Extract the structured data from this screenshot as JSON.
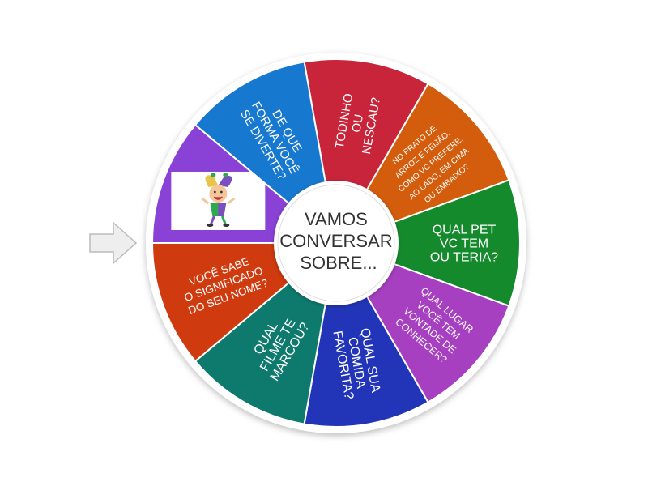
{
  "center_label": [
    "VAMOS",
    "CONVERSAR",
    "SOBRE..."
  ],
  "segments": [
    {
      "lines": [
        "TODINHO",
        "OU",
        "NESCAU?"
      ],
      "color": "#c8243a"
    },
    {
      "lines": [
        "NO PRATO DE",
        "ARROZ E FEIJÃO,",
        "COMO VC PREFERE,",
        "AO LADO, EM CIMA",
        "OU EMBAIXO?"
      ],
      "color": "#d35d0c"
    },
    {
      "lines": [
        "QUAL PET",
        "VC TEM",
        "OU TERIA?"
      ],
      "color": "#148a2c"
    },
    {
      "lines": [
        "QUAL LUGAR",
        "VOCÊ TEM",
        "VONTADE DE",
        "CONHECER?"
      ],
      "color": "#a63fc0"
    },
    {
      "lines": [
        "QUAL SUA",
        "COMIDA",
        "FAVORITA?"
      ],
      "color": "#2235b8"
    },
    {
      "lines": [
        "QUAL",
        "FILME TE",
        "MARCOU?"
      ],
      "color": "#0e7a6e"
    },
    {
      "lines": [
        "VOCÊ SABE",
        "O SIGNIFICADO",
        "DO SEU NOME?"
      ],
      "color": "#cf3a0f"
    },
    {
      "lines": [],
      "image": "jester-image",
      "color": "#8a41d6"
    },
    {
      "lines": [
        "DE QUE",
        "FORMA VOCÊ",
        "SE DIVERTE?"
      ],
      "color": "#1679cf"
    }
  ],
  "colors": {
    "rim": "#ffffff",
    "pointer_fill": "#eeeeee",
    "pointer_stroke": "#bbbbbb",
    "hub_border": "#dddddd"
  },
  "icons": {
    "pointer": "right-arrow-pointer-icon"
  }
}
